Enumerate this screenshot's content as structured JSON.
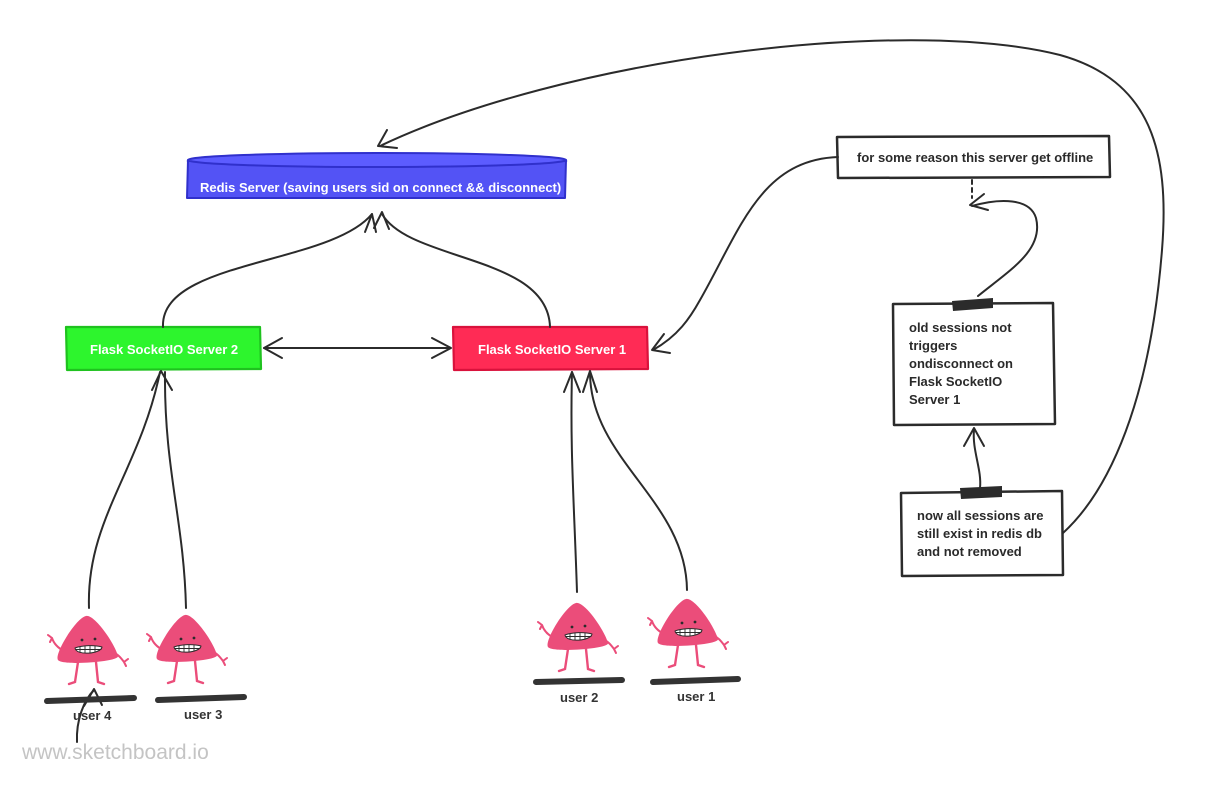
{
  "colors": {
    "redis_fill": "#5353f5",
    "redis_stroke": "#3030cc",
    "server2_fill": "#2df52d",
    "server2_stroke": "#1fc21f",
    "server1_fill": "#ff2b55",
    "server1_stroke": "#d9123c",
    "line": "#2b2b2b",
    "character": "#eb4d7a",
    "watermark": "#c4c4c4"
  },
  "nodes": {
    "redis": {
      "label": "Redis Server (saving users sid on connect && disconnect)"
    },
    "server2": {
      "label": "Flask SocketIO Server 2"
    },
    "server1": {
      "label": "Flask SocketIO Server 1"
    }
  },
  "notes": {
    "offline": {
      "text": "for some reason this server get offline"
    },
    "old_sessions": {
      "lines": [
        "old sessions not",
        "triggers",
        "ondisconnect on",
        "Flask SocketIO",
        "Server 1"
      ]
    },
    "all_sessions": {
      "lines": [
        "now all sessions are",
        "still exist in redis db",
        "and not removed"
      ]
    }
  },
  "users": [
    {
      "label": "user 4",
      "icon": "triangle-character-icon"
    },
    {
      "label": "user 3",
      "icon": "triangle-character-icon"
    },
    {
      "label": "user 2",
      "icon": "triangle-character-icon"
    },
    {
      "label": "user 1",
      "icon": "triangle-character-icon"
    }
  ],
  "watermark": "www.sketchboard.io"
}
